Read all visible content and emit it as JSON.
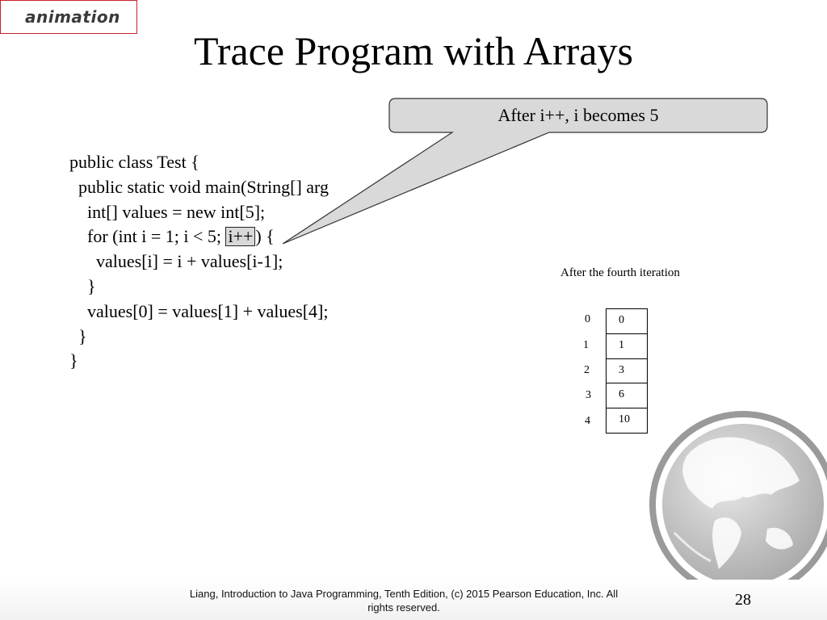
{
  "animation_tag": "animation",
  "title": "Trace Program with Arrays",
  "callout": "After i++, i becomes 5",
  "code": {
    "line1": "public class Test {",
    "line2_before": "  public static void main(String[] arg",
    "line3": "    int[] values = new int[5];",
    "line4_before": "    for (int i = 1; i < 5; ",
    "line4_highlight": "i++",
    "line4_after": ") {",
    "line5": "      values[i] = i + values[i-1];",
    "line6": "    }",
    "line7": "    values[0] = values[1] + values[4];",
    "line8": "  }",
    "line9": "}"
  },
  "array_view": {
    "caption": "After the fourth iteration",
    "indices": [
      "0",
      "1",
      "2",
      "3",
      "4"
    ],
    "values": [
      "0",
      "1",
      "3",
      "6",
      "10"
    ]
  },
  "footer": {
    "line1": "Liang, Introduction to Java Programming, Tenth Edition, (c) 2015 Pearson Education, Inc. All",
    "line2": "rights reserved.",
    "page_number": "28"
  },
  "colors": {
    "animation_border": "#c8202a",
    "callout_fill": "#d9d9d9",
    "callout_stroke": "#333333",
    "highlight_fill": "#d9d9d9"
  }
}
